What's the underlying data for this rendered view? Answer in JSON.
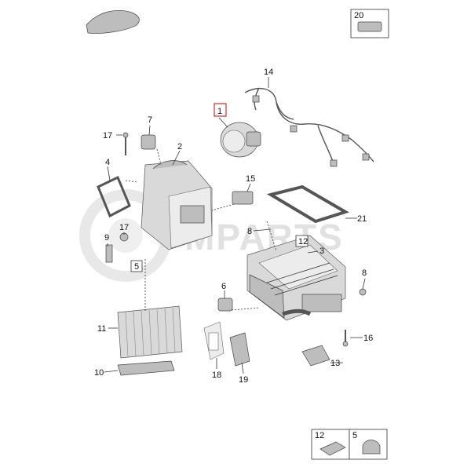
{
  "watermark": {
    "text": "MPARTS"
  },
  "colors": {
    "highlight_box": "#d22b2b",
    "part_fill": "#d9d9d9",
    "line": "#333333"
  },
  "callouts": {
    "c1": "1",
    "c2": "2",
    "c3": "3",
    "c4": "4",
    "c5": "5",
    "c6": "6",
    "c7": "7",
    "c8a": "8",
    "c8b": "8",
    "c9": "9",
    "c10": "10",
    "c11": "11",
    "c12": "12",
    "c13": "13",
    "c14": "14",
    "c15": "15",
    "c16": "16",
    "c17a": "17",
    "c17b": "17",
    "c18": "18",
    "c19": "19",
    "c20": "20",
    "c21": "21"
  },
  "legend_boxes": {
    "box20": "20",
    "box12": "12",
    "box5": "5",
    "box12_inline": "12",
    "box5_inline": "5"
  }
}
